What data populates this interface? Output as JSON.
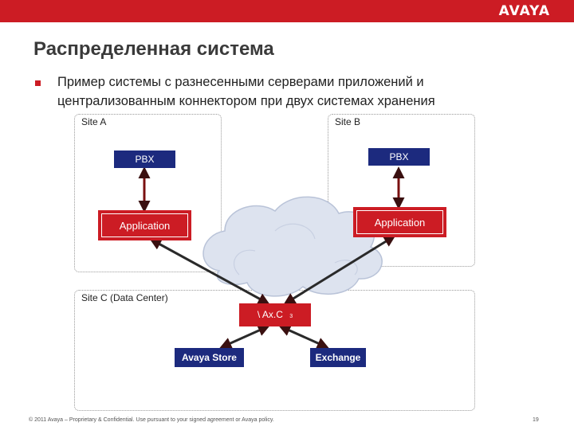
{
  "header": {
    "logo_text": "AVAYA",
    "accent_color": "#cc1c24"
  },
  "title": "Распределенная система",
  "bullet": "Пример системы с разнесенными серверами приложений и централизованным коннектором при двух системах хранения",
  "sites": {
    "a": {
      "label": "Site A"
    },
    "b": {
      "label": "Site B"
    },
    "c": {
      "label": "Site C (Data Center)"
    }
  },
  "nodes": {
    "pbx_a": "PBX",
    "pbx_b": "PBX",
    "app_a": "Application",
    "app_b": "Application",
    "axc": "\\ Ax.C",
    "axc_suffix": "3",
    "avaya_store": "Avaya Store",
    "exchange": "Exchange"
  },
  "colors": {
    "red": "#cc1c24",
    "navy": "#1c2a7e",
    "cloud": "#dde3ef"
  },
  "footer": {
    "text": "© 2011 Avaya – Proprietary & Confidential. Use pursuant to your signed agreement or Avaya policy.",
    "page": "19"
  }
}
